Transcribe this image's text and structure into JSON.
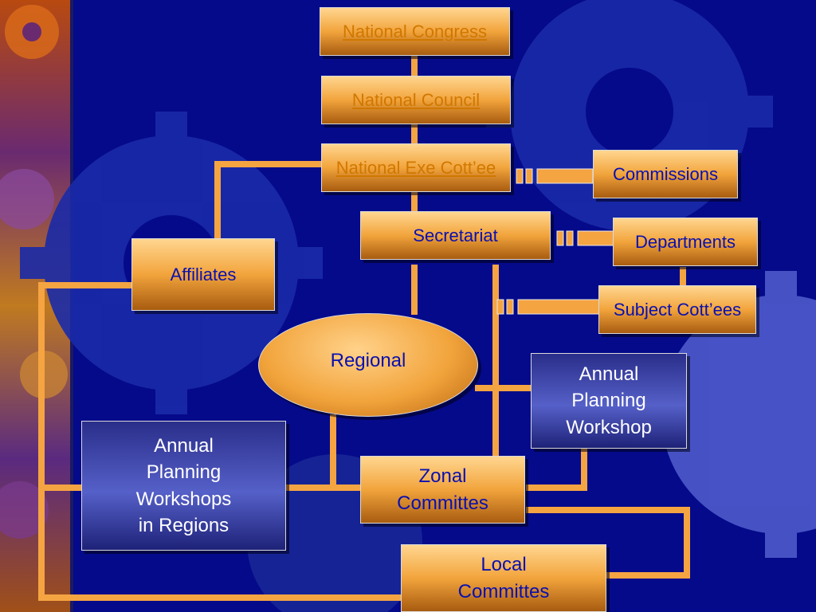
{
  "colors": {
    "background": "#050a8a",
    "connector": "#f5a442",
    "box_text": "#0a10b0",
    "link_text": "#d07800",
    "blue_box_text": "#ffffff"
  },
  "nodes": {
    "national_congress": "National Congress",
    "national_council": "National Council ",
    "national_exe": "National Exe Cott’ee",
    "commissions": "Commissions",
    "secretariat": "Secretariat",
    "departments": "Departments",
    "affiliates": "Affiliates",
    "subject_cottees": "Subject Cott’ees",
    "regional": "Regional",
    "annual_workshop": [
      "Annual",
      "Planning",
      "Workshop"
    ],
    "workshops_regions": [
      "Annual",
      "Planning",
      "Workshops",
      "in Regions"
    ],
    "zonal": [
      "Zonal",
      "Committes"
    ],
    "local": [
      "Local",
      "Committes"
    ]
  }
}
